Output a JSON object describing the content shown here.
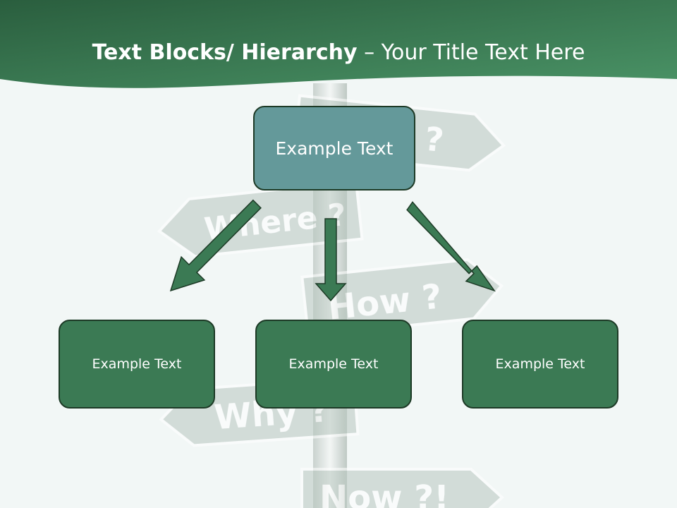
{
  "title": {
    "bold": "Text Blocks/ Hierarchy",
    "rest": " – Your Title Text Here"
  },
  "signs": [
    "What ?",
    "Where ?",
    "How ?",
    "Why ?",
    "Now ?!"
  ],
  "top_box": {
    "label": "Example Text"
  },
  "children": [
    {
      "label": "Example Text"
    },
    {
      "label": "Example Text"
    },
    {
      "label": "Example Text"
    }
  ],
  "colors": {
    "header": "#2e6a46",
    "top_box": "#64999a",
    "child_box": "#3b7a54",
    "arrow": "#3b7a54",
    "sign": "#b8c6bf"
  }
}
